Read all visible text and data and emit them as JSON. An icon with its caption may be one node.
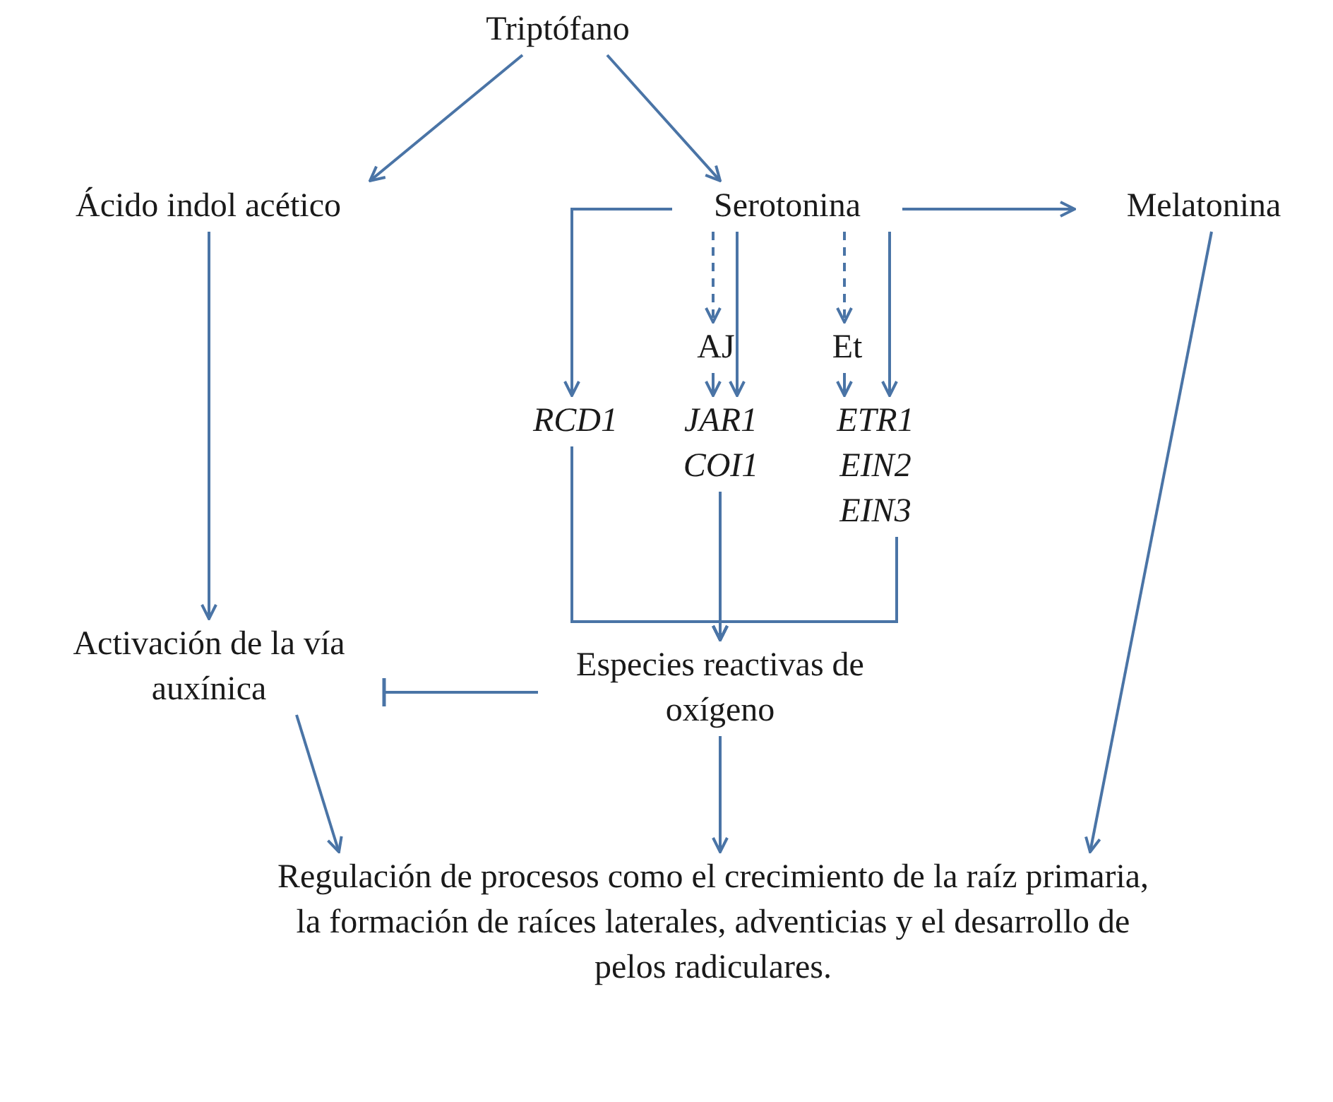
{
  "diagram": {
    "nodes": [
      {
        "text": [
          "Triptófano"
        ]
      },
      {
        "text": [
          "Ácido indol acético"
        ]
      },
      {
        "text": [
          "Serotonina"
        ]
      },
      {
        "text": [
          "Melatonina"
        ]
      },
      {
        "text": [
          "AJ"
        ]
      },
      {
        "text": [
          "Et"
        ]
      },
      {
        "text": [
          "RCD1"
        ]
      },
      {
        "text": [
          "JAR1",
          "COI1"
        ]
      },
      {
        "text": [
          "ETR1",
          "EIN2",
          "EIN3"
        ]
      },
      {
        "text": [
          "Activación de la vía auxínica"
        ]
      },
      {
        "text": [
          "Especies reactivas de oxígeno"
        ]
      },
      {
        "text": [
          "Regulación de procesos como el crecimiento de la raíz primaria, la formación de raíces laterales, adventicias y el desarrollo de pelos radiculares."
        ]
      }
    ],
    "edges": [
      {
        "from": 0,
        "to": 1,
        "arrow": "to"
      },
      {
        "from": 0,
        "to": 2,
        "arrow": "to"
      },
      {
        "from": 2,
        "to": 3,
        "arrow": "to"
      },
      {
        "from": 2,
        "to": 6,
        "arrow": "to"
      },
      {
        "from": 2,
        "to": 4,
        "arrow": "to",
        "style": "dashed"
      },
      {
        "from": 2,
        "to": 7,
        "arrow": "to"
      },
      {
        "from": 2,
        "to": 5,
        "arrow": "to",
        "style": "dashed"
      },
      {
        "from": 2,
        "to": 8,
        "arrow": "to"
      },
      {
        "from": 4,
        "to": 7,
        "arrow": "to"
      },
      {
        "from": 5,
        "to": 8,
        "arrow": "to"
      },
      {
        "from": 6,
        "to": 10,
        "arrow": "to"
      },
      {
        "from": 7,
        "to": 10,
        "arrow": "to"
      },
      {
        "from": 8,
        "to": 10,
        "arrow": "to"
      },
      {
        "from": 1,
        "to": 9,
        "arrow": "to"
      },
      {
        "from": 10,
        "to": 9,
        "arrow": "other"
      },
      {
        "from": 9,
        "to": 11,
        "arrow": "to"
      },
      {
        "from": 10,
        "to": 11,
        "arrow": "to"
      },
      {
        "from": 3,
        "to": 11,
        "arrow": "to"
      }
    ]
  }
}
